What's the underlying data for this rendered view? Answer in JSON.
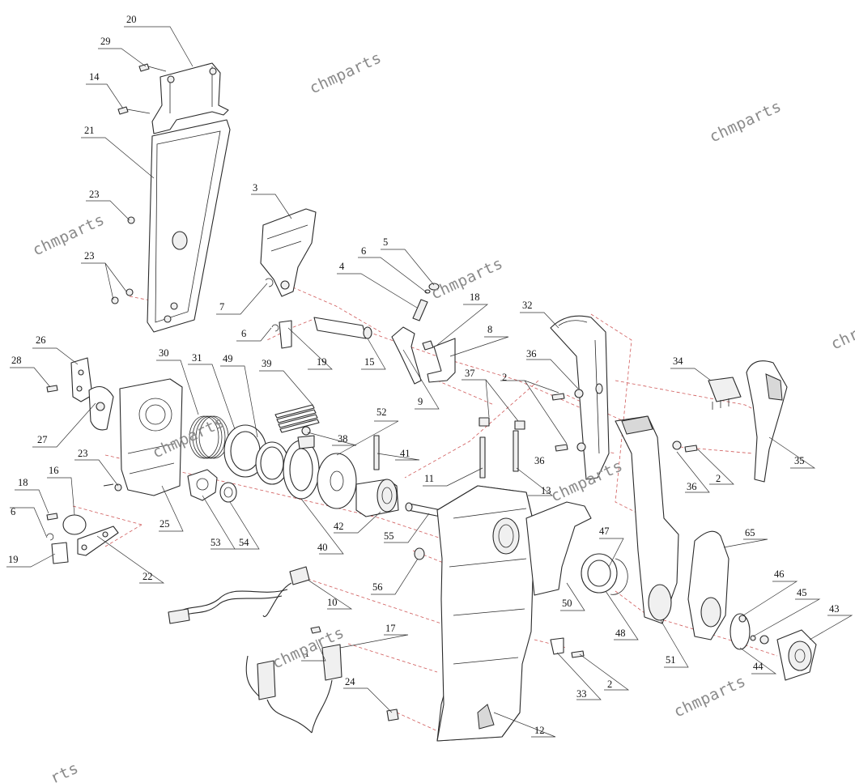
{
  "watermark": "chmparts",
  "watermark_partial": [
    "chr",
    "rts"
  ],
  "callouts": [
    "20",
    "29",
    "14",
    "21",
    "23",
    "23",
    "3",
    "6",
    "5",
    "4",
    "7",
    "6",
    "18",
    "8",
    "32",
    "26",
    "28",
    "30",
    "31",
    "49",
    "39",
    "19",
    "15",
    "9",
    "36",
    "37",
    "2",
    "34",
    "27",
    "23",
    "16",
    "18",
    "6",
    "19",
    "22",
    "38",
    "52",
    "41",
    "11",
    "36",
    "13",
    "36",
    "2",
    "35",
    "25",
    "53",
    "54",
    "40",
    "42",
    "55",
    "47",
    "65",
    "56",
    "50",
    "10",
    "17",
    "48",
    "51",
    "46",
    "45",
    "43",
    "44",
    "33",
    "2",
    "24",
    "12",
    "1"
  ]
}
